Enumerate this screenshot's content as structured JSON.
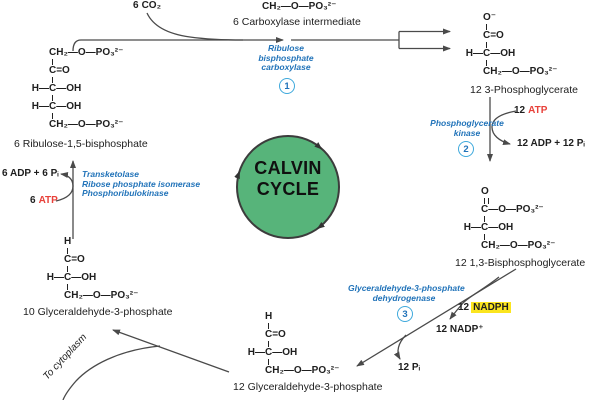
{
  "diagram": {
    "cycle_label": {
      "line1": "CALVIN",
      "line2": "CYCLE"
    },
    "co2_input": {
      "count": "6",
      "name": "CO₂"
    },
    "to_cytoplasm": "To cytoplasm"
  },
  "molecules": {
    "carboxylase_intermediate": {
      "formula": "CH₂—O—PO₃²⁻",
      "label": "6 Carboxylase intermediate"
    },
    "ribulose_15_bisphosphate": {
      "label": "6 Ribulose-1,5-bisphosphate",
      "rows": [
        {
          "pre": "",
          "main": "CH₂—O—PO₃²⁻",
          "bond": "none"
        },
        {
          "pre": "",
          "main": "C=O",
          "bond": "single"
        },
        {
          "pre": "H—",
          "main": "C—OH",
          "bond": "single"
        },
        {
          "pre": "H—",
          "main": "C—OH",
          "bond": "single"
        },
        {
          "pre": "",
          "main": "CH₂—O—PO₃²⁻",
          "bond": "single"
        }
      ]
    },
    "phosphoglycerate_3": {
      "label": "12 3-Phosphoglycerate",
      "rows": [
        {
          "pre": "",
          "main": "O⁻",
          "bond": "none"
        },
        {
          "pre": "",
          "main": "C=O",
          "bond": "single"
        },
        {
          "pre": "H—",
          "main": "C—OH",
          "bond": "single"
        },
        {
          "pre": "",
          "main": "CH₂—O—PO₃²⁻",
          "bond": "single"
        }
      ]
    },
    "bisphosphoglycerate_13": {
      "label": "12 1,3-Bisphosphoglycerate",
      "rows": [
        {
          "pre": "",
          "main": "O",
          "bond": "none"
        },
        {
          "pre": "",
          "main": "C—O—PO₃²⁻",
          "bond": "double"
        },
        {
          "pre": "H—",
          "main": "C—OH",
          "bond": "single"
        },
        {
          "pre": "",
          "main": "CH₂—O—PO₃²⁻",
          "bond": "single"
        }
      ]
    },
    "glyceraldehyde_3_phosphate_12": {
      "label": "12 Glyceraldehyde-3-phosphate",
      "rows": [
        {
          "pre": "",
          "main": "H",
          "bond": "none"
        },
        {
          "pre": "",
          "main": "C=O",
          "bond": "single"
        },
        {
          "pre": "H—",
          "main": "C—OH",
          "bond": "single"
        },
        {
          "pre": "",
          "main": "CH₂—O—PO₃²⁻",
          "bond": "single"
        }
      ]
    },
    "glyceraldehyde_3_phosphate_10": {
      "label": "10 Glyceraldehyde-3-phosphate",
      "rows": [
        {
          "pre": "",
          "main": "H",
          "bond": "none"
        },
        {
          "pre": "",
          "main": "C=O",
          "bond": "single"
        },
        {
          "pre": "H—",
          "main": "C—OH",
          "bond": "single"
        },
        {
          "pre": "",
          "main": "CH₂—O—PO₃²⁻",
          "bond": "single"
        }
      ]
    }
  },
  "steps": [
    {
      "number": "1",
      "enzyme_lines": [
        "Ribulose",
        "bisphosphate",
        "carboxylase"
      ]
    },
    {
      "number": "2",
      "enzyme_lines": [
        "Phosphoglycerate",
        "kinase"
      ]
    },
    {
      "number": "3",
      "enzyme_lines": [
        "Glyceraldehyde-3-phosphate",
        "dehydrogenase"
      ]
    }
  ],
  "regeneration_enzymes": [
    "Transketolase",
    "Ribose phosphate isomerase",
    "Phosphoribulokinase"
  ],
  "cofactors": {
    "atp_12": {
      "count": "12",
      "name": "ATP"
    },
    "adp_12": "12 ADP + 12 Pᵢ",
    "nadph_12": {
      "count": "12",
      "name": "NADPH"
    },
    "nadp_12": "12 NADP⁺",
    "pi_12": "12 Pᵢ",
    "atp_6": {
      "count": "6",
      "name": "ATP"
    },
    "adp_6": "6 ADP + 6 Pᵢ"
  },
  "colors": {
    "enzyme_blue": "#2173b9",
    "atp_red": "#e8413a",
    "nadph_highlight": "#fbe51f",
    "cycle_green": "#57b47a"
  }
}
